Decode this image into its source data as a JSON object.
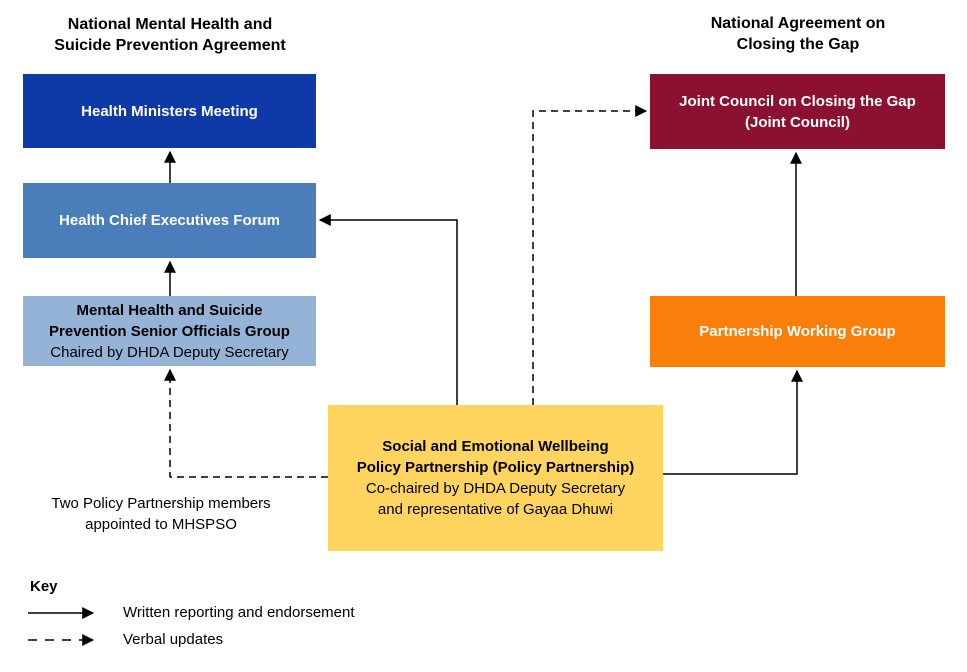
{
  "headings": {
    "left": "National Mental Health and\nSuicide Prevention Agreement",
    "right": "National Agreement on\nClosing the Gap"
  },
  "boxes": {
    "health_ministers_meeting": {
      "title": "Health Ministers Meeting"
    },
    "health_chief_executives_forum": {
      "title": "Health Chief Executives Forum"
    },
    "mhspso": {
      "title": "Mental Health and Suicide\nPrevention Senior Officials Group",
      "subtitle": "Chaired by DHDA Deputy Secretary"
    },
    "joint_council": {
      "title": "Joint Council on Closing the Gap\n(Joint Council)"
    },
    "partnership_working_group": {
      "title": "Partnership Working Group"
    },
    "policy_partnership": {
      "title": "Social and Emotional Wellbeing\nPolicy Partnership (Policy Partnership)",
      "subtitle": "Co-chaired by DHDA Deputy Secretary\nand representative of Gayaa Dhuwi"
    }
  },
  "annotation": "Two Policy Partnership members\nappointed to MHSPSO",
  "key": {
    "title": "Key",
    "items": [
      {
        "icon": "solid-arrow-icon",
        "label": "Written reporting and endorsement"
      },
      {
        "icon": "dashed-arrow-icon",
        "label": "Verbal updates"
      }
    ]
  },
  "colors": {
    "box-dark-blue": "#0d3aa6",
    "box-medium-blue": "#4a7ebb",
    "box-light-blue": "#95b3d7",
    "box-maroon": "#8c1130",
    "box-orange": "#fa7e0a",
    "box-yellow": "#ffd45f",
    "line": "#000000"
  }
}
